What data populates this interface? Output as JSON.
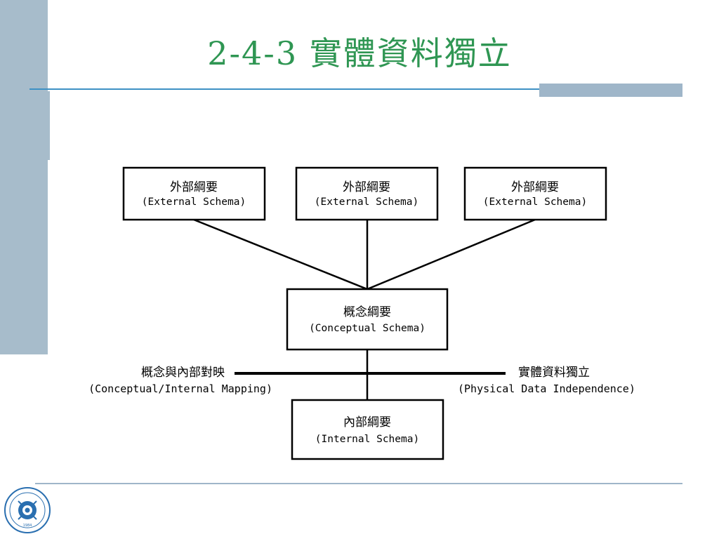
{
  "title": "2-4-3 實體資料獨立",
  "colors": {
    "title": "#2f9653",
    "accent_bar": "#a7bccb",
    "rule": "#3e91c4"
  },
  "diagram": {
    "external_schemas": [
      {
        "zh": "外部綱要",
        "en": "(External Schema)"
      },
      {
        "zh": "外部綱要",
        "en": "(External Schema)"
      },
      {
        "zh": "外部綱要",
        "en": "(External Schema)"
      }
    ],
    "conceptual_schema": {
      "zh": "概念綱要",
      "en": "(Conceptual Schema)"
    },
    "internal_schema": {
      "zh": "內部綱要",
      "en": "(Internal Schema)"
    },
    "mapping_label": {
      "zh": "概念與內部對映",
      "en": "(Conceptual/Internal Mapping)"
    },
    "independence_label": {
      "zh": "實體資料獨立",
      "en": "(Physical Data Independence)"
    }
  },
  "logo": {
    "icon": "university-seal-icon",
    "year": "1984"
  }
}
